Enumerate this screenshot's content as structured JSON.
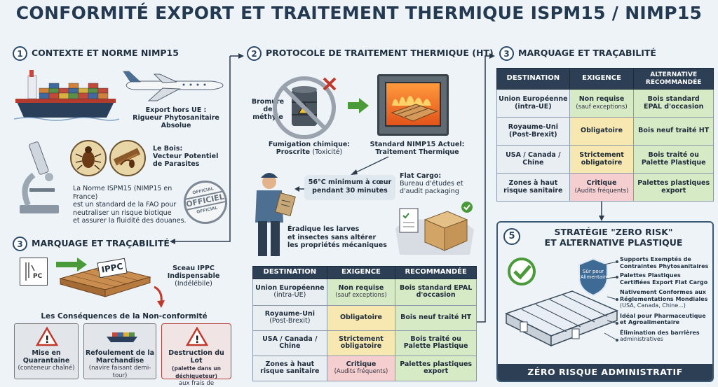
{
  "title": "CONFORMITÉ EXPORT ET TRAITEMENT THERMIQUE ISPM15 / NIMP15",
  "s1": {
    "num": "1",
    "title": "CONTEXTE ET NORME NIMP15",
    "export1": "Export hors UE :",
    "export2": "Rigueur Phytosanitaire Absolue",
    "bois1": "Le Bois:",
    "bois2": "Vecteur Potentiel",
    "bois3": "de Parasites",
    "norme1": "La Norme ISPM15 (NIMP15 en France)",
    "norme2": "est un standard de la FAO pour",
    "norme3": "neutraliser un risque biotique",
    "norme4": "et assurer la fluidité des douanes.",
    "stamp1": "OFFICIAL",
    "stamp2": "OFFICIEL",
    "stamp3": "OFFICIAL"
  },
  "s2": {
    "num": "2",
    "title": "PROTOCOLE DE TRAITEMENT THERMIQUE (HT)",
    "bromure1": "Bromure",
    "bromure2": "de méthyle",
    "fumig1": "Fumigation chimique:",
    "fumig2": "Proscrite",
    "fumig3": "(Toxicité)",
    "std1": "Standard NIMP15 Actuel:",
    "std2": "Traitement Thermique",
    "temp1": "56°C minimum à cœur",
    "temp2": "pendant 30 minutes",
    "flat1": "Flat Cargo:",
    "flat2": "Bureau d'études et",
    "flat3": "d'audit packaging",
    "erad1": "Éradique les larves",
    "erad2": "et insectes sans altérer",
    "erad3": "les propriétés mécaniques"
  },
  "s3a": {
    "num": "3",
    "title": "MARQUAGE ET TRAÇABILITÉ",
    "ippc": "IPPC",
    "sceau1": "Sceau IPPC",
    "sceau2": "Indispensable",
    "sceau3": "(Indélébile)",
    "cons": "Les Conséquences de la Non-conformité",
    "c1a": "Mise en",
    "c1b": "Quarantaine",
    "c1c": "(conteneur chaîné)",
    "c2a": "Refoulement de la",
    "c2b": "Marchandise",
    "c2c": "(navire faisant demi-tour)",
    "c3a": "Destruction du Lot",
    "c3b": "(palette dans un déchiqueteur)",
    "c3c": "aux frais de l'expéditeur"
  },
  "table1": {
    "h": [
      "DESTINATION",
      "EXIGENCE",
      "RECOMMANDÉE"
    ],
    "rows": [
      [
        "Union Européenne",
        "(intra-UE)",
        "Non requise",
        "(sauf exceptions)",
        "Bois standard EPAL",
        "d'occasion"
      ],
      [
        "Royaume-Uni",
        "(Post-Brexit)",
        "Obligatoire",
        "",
        "Bois neuf traité HT",
        ""
      ],
      [
        "USA / Canada /",
        "Chine",
        "Strictement",
        "obligatoire",
        "Bois traité ou",
        "Palette Plastique"
      ],
      [
        "Zones à haut",
        "risque sanitaire",
        "Critique",
        "(Audits fréquents)",
        "Palettes plastiques",
        "export"
      ]
    ]
  },
  "s3b": {
    "num": "3",
    "title": "MARQUAGE ET TRAÇABILITÉ"
  },
  "table2": {
    "h1": "DESTINATION",
    "h2": "EXIGENCE",
    "h3a": "ALTERNATIVE",
    "h3b": "RECOMMANDÉE",
    "rows": [
      [
        "Union Européenne",
        "(intra-UE)",
        "Non requise",
        "(sauf exceptions)",
        "Bois standard",
        "EPAL d'occasion"
      ],
      [
        "Royaume-Uni",
        "(Post-Brexit)",
        "Obligatoire",
        "",
        "Bois neuf traité HT",
        ""
      ],
      [
        "USA / Canada /",
        "Chine",
        "Strictement",
        "obligatoire",
        "Bois traité ou",
        "Palette Plastique"
      ],
      [
        "Zones à haut",
        "risque sanitaire",
        "Critique",
        "(Audits fréquents)",
        "Palettes plastiques",
        "export"
      ]
    ]
  },
  "s5": {
    "num": "5",
    "title1": "STRATÉGIE \"ZERO RISK\"",
    "title2": "ET ALTERNATIVE PLASTIQUE",
    "shield1": "Sûr pour",
    "shield2": "l'Alimentaire",
    "b1a": "Supports Exemptés de",
    "b1b": "Contraintes Phytosanitaires",
    "b2a": "Palettes Plastiques",
    "b2b": "Certifiées Export Flat Cargo",
    "b3a": "Nativement Conformes aux",
    "b3b": "Réglementations Mondiales",
    "b3c": "(USA, Canada, Chine...)",
    "b4a": "Idéal pour Pharmaceutique",
    "b4b": "et Agroalimentaire",
    "b5a": "Élimination des barrières",
    "b5b": "administratives",
    "footer": "ZÉRO RISQUE ADMINISTRATIF"
  }
}
